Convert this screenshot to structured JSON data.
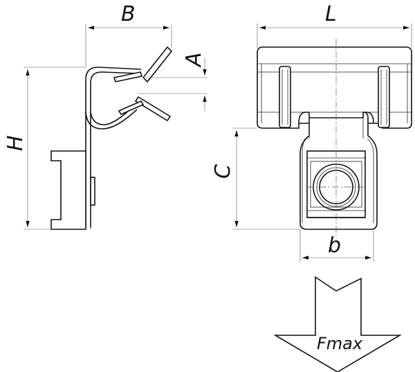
{
  "dimensions": {
    "B": "B",
    "A": "A",
    "H": "H",
    "L": "L",
    "C": "C",
    "b": "b"
  },
  "force_label": "Fmax",
  "colors": {
    "line": "#111111",
    "background": "#ffffff"
  }
}
